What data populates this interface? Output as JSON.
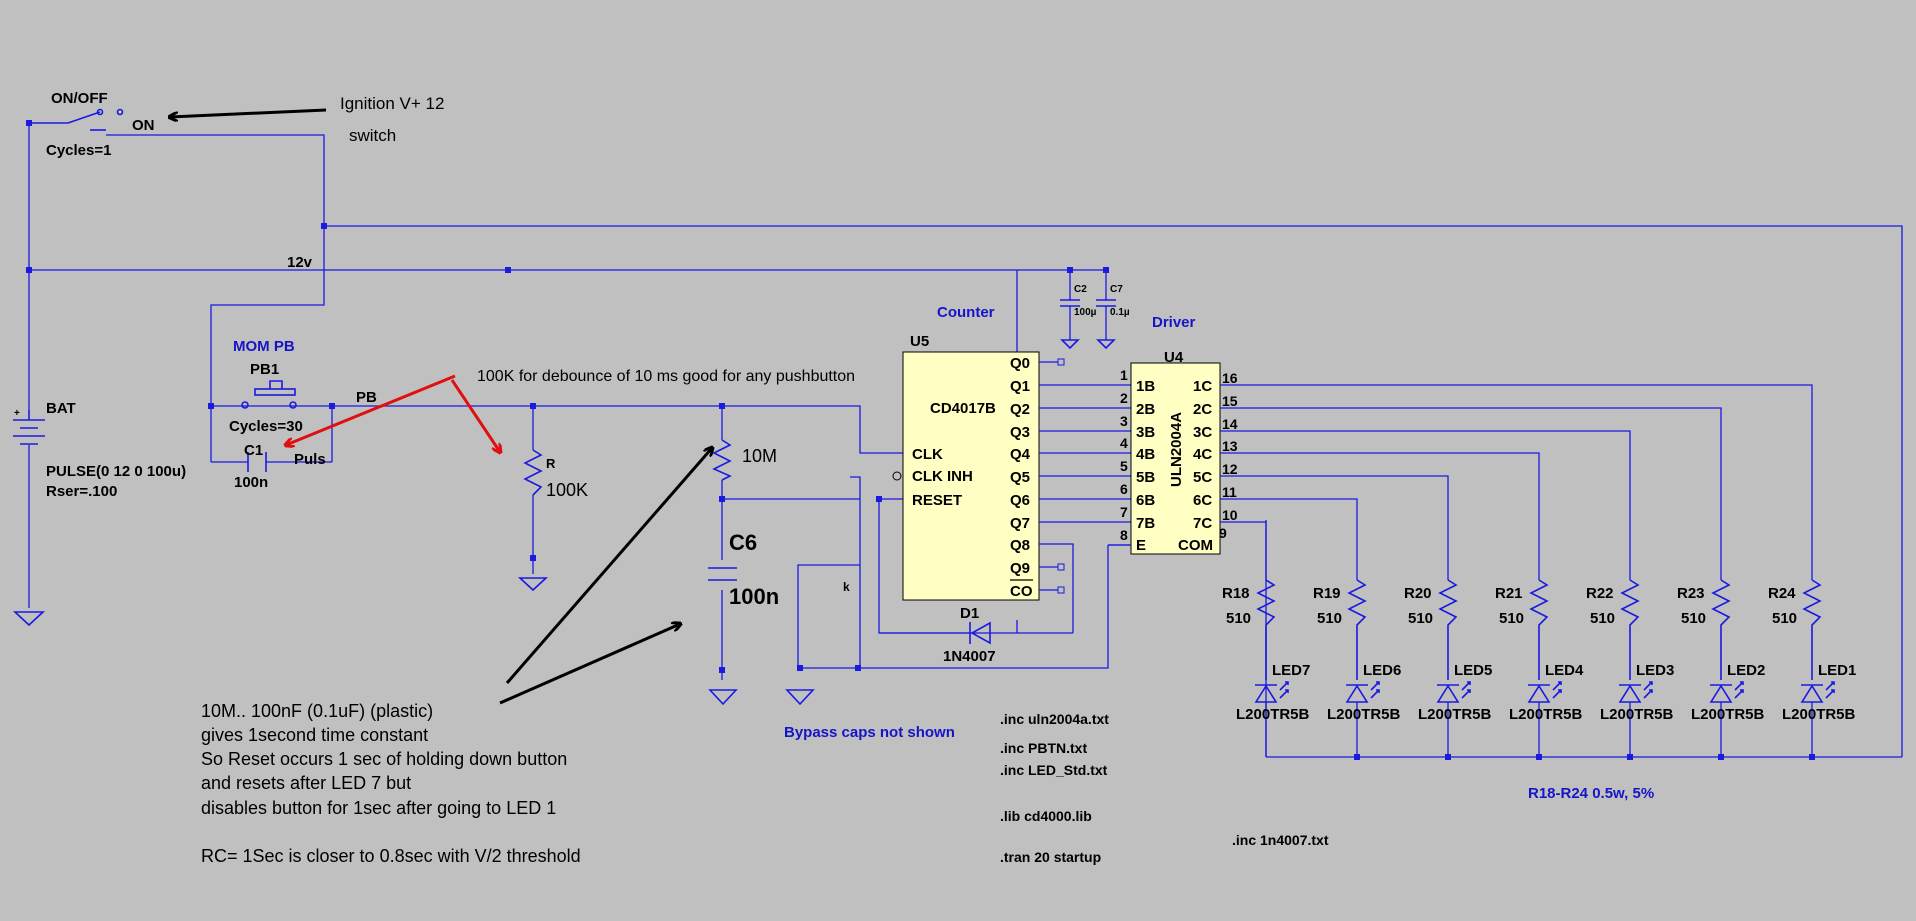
{
  "switch": {
    "label": "ON/OFF",
    "on": "ON",
    "cycles": "Cycles=1"
  },
  "ignition": {
    "line1": "Ignition V+ 12",
    "line2": "switch"
  },
  "rail_label": "12v",
  "battery": {
    "name": "BAT",
    "spec": "PULSE(0 12 0 100u)",
    "rser": "Rser=.100"
  },
  "pushbutton": {
    "title": "MOM PB",
    "name": "PB1",
    "cycles": "Cycles=30",
    "net": "PB",
    "puls": "Puls"
  },
  "c1": {
    "name": "C1",
    "value": "100n"
  },
  "debounce_note": "100K  for debounce of 10 ms good for any pushbutton",
  "resistor_r": {
    "name": "R",
    "value": "100K"
  },
  "r_10m": {
    "value": "10M"
  },
  "c6": {
    "name": "C6",
    "value": "100n"
  },
  "counter": {
    "title": "Counter",
    "ref": "U5",
    "part": "CD4017B",
    "left_pins": [
      "CLK",
      "CLK INH",
      "RESET"
    ],
    "outputs": [
      "Q0",
      "Q1",
      "Q2",
      "Q3",
      "Q4",
      "Q5",
      "Q6",
      "Q7",
      "Q8",
      "Q9",
      "CO"
    ]
  },
  "driver": {
    "title": "Driver",
    "ref": "U4",
    "part": "ULN2004A",
    "inputs": [
      "1B",
      "2B",
      "3B",
      "4B",
      "5B",
      "6B",
      "7B",
      "E"
    ],
    "input_pins": [
      "1",
      "2",
      "3",
      "4",
      "5",
      "6",
      "7",
      "8"
    ],
    "outputs": [
      "1C",
      "2C",
      "3C",
      "4C",
      "5C",
      "6C",
      "7C",
      "COM"
    ],
    "output_pins": [
      "16",
      "15",
      "14",
      "13",
      "12",
      "11",
      "10",
      "9"
    ]
  },
  "bypass": {
    "c2": "C2",
    "c2v": "100µ",
    "c7": "C7",
    "c7v": "0.1µ",
    "note": "Bypass caps not shown"
  },
  "diode": {
    "name": "D1",
    "part": "1N4007"
  },
  "stray_k": "k",
  "resistors": [
    {
      "name": "R18",
      "value": "510"
    },
    {
      "name": "R19",
      "value": "510"
    },
    {
      "name": "R20",
      "value": "510"
    },
    {
      "name": "R21",
      "value": "510"
    },
    {
      "name": "R22",
      "value": "510"
    },
    {
      "name": "R23",
      "value": "510"
    },
    {
      "name": "R24",
      "value": "510"
    }
  ],
  "leds": [
    {
      "name": "LED7",
      "part": "L200TR5B"
    },
    {
      "name": "LED6",
      "part": "L200TR5B"
    },
    {
      "name": "LED5",
      "part": "L200TR5B"
    },
    {
      "name": "LED4",
      "part": "L200TR5B"
    },
    {
      "name": "LED3",
      "part": "L200TR5B"
    },
    {
      "name": "LED2",
      "part": "L200TR5B"
    },
    {
      "name": "LED1",
      "part": "L200TR5B"
    }
  ],
  "resistor_note": "R18-R24 0.5w, 5%",
  "directives": [
    ".inc uln2004a.txt",
    ".inc PBTN.txt",
    ".inc LED_Std.txt",
    ".lib cd4000.lib",
    ".tran 20 startup"
  ],
  "directive_diode": ".inc 1n4007.txt",
  "notes": [
    "10M.. 100nF (0.1uF) (plastic)",
    "gives 1second time constant",
    "So Reset occurs 1 sec of holding down button",
    "and resets after LED 7 but",
    "disables button for 1sec after going to LED 1",
    "RC= 1Sec is closer to 0.8sec with V/2 threshold"
  ]
}
